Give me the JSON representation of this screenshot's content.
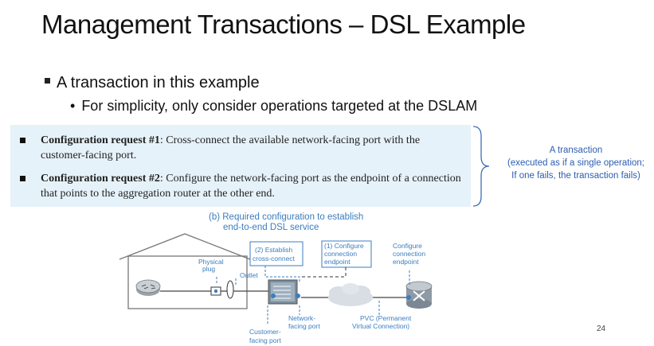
{
  "slide": {
    "title": "Management Transactions – DSL Example",
    "bullet1": "A transaction in this example",
    "bullet2": "For simplicity, only consider operations targeted at the DSLAM",
    "page_number": "24"
  },
  "requests": [
    {
      "label": "Configuration request #1",
      "text": ": Cross-connect the available network-facing port with the customer-facing port."
    },
    {
      "label": "Configuration request #2",
      "text": ": Configure the network-facing port as the endpoint of a connection that points to the aggregation router at the other end."
    }
  ],
  "transaction_note": {
    "line1": "A transaction",
    "line2": "(executed as if a single operation;",
    "line3": "If one fails, the transaction fails)"
  },
  "diagram": {
    "title_line1": "(b) Required configuration to establish",
    "title_line2": "end-to-end DSL service",
    "physical_plug": "Physical",
    "physical_plug2": "plug",
    "outlet": "Outlet",
    "establish1": "(2) Establish",
    "establish2": "cross-connect",
    "configure_ep1": "(1) Configure",
    "configure_ep2": "connection",
    "configure_ep3": "endpoint",
    "configure_conn1": "Configure",
    "configure_conn2": "connection",
    "configure_conn3": "endpoint",
    "network_port1": "Network-",
    "network_port2": "facing port",
    "customer_port1": "Customer-",
    "customer_port2": "facing port",
    "pvc1": "PVC (Permanent",
    "pvc2": "Virtual Connection)"
  },
  "colors": {
    "accent_blue": "#2c5db0",
    "panel_bg": "#e6f2f9",
    "diagram_blue": "#3b7dc0"
  }
}
